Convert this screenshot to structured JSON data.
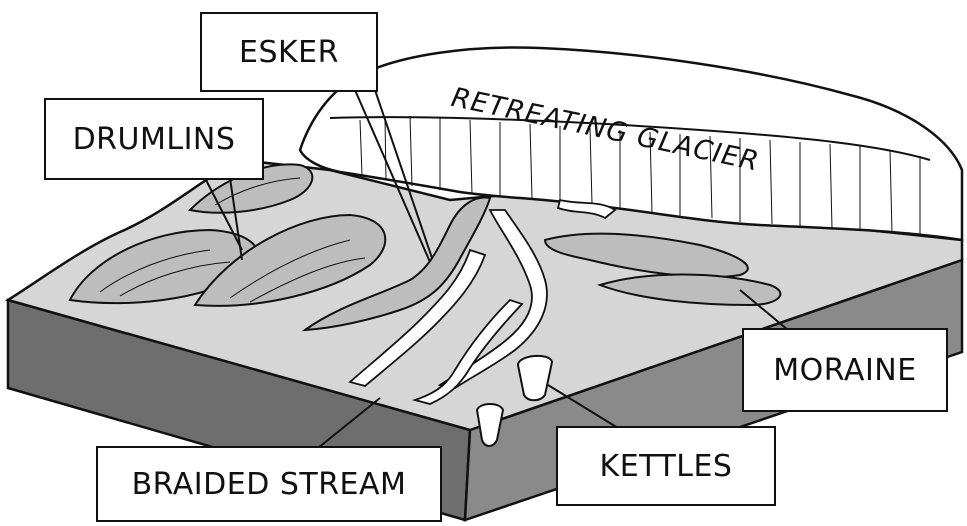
{
  "labels": {
    "esker": "ESKER",
    "drumlins": "DRUMLINS",
    "retreating_glacier": "RETREATING GLACIER",
    "moraine": "MORAINE",
    "braided_stream": "BRAIDED STREAM",
    "kettles": "KETTLES"
  },
  "colors": {
    "ink": "#111111",
    "surface": "#d6d6d6",
    "block_front": "#6e6e6e",
    "block_side": "#8a8a8a",
    "glacier": "#ffffff",
    "stream": "#ffffff",
    "hill": "#bdbdbd"
  }
}
